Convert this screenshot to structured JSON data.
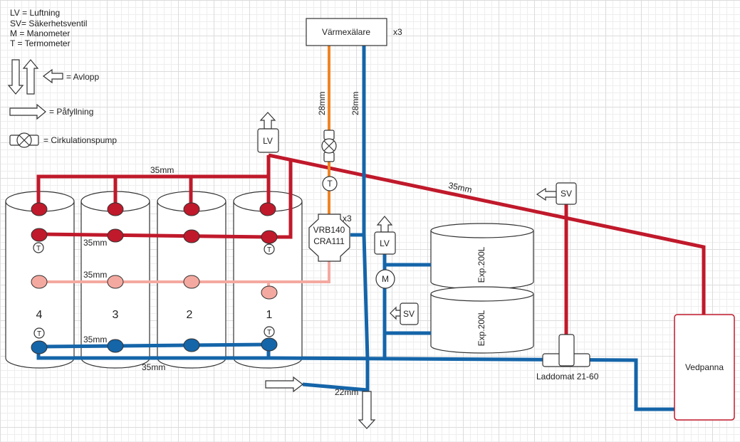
{
  "legend": {
    "line1": "LV = Luftning",
    "line2": "SV= Säkerhetsventil",
    "line3": "M = Manometer",
    "line4": "T = Termometer",
    "avlopp": "= Avlopp",
    "pafyllning": "= Påfyllning",
    "cirkulationspump": "= Cirkulationspump"
  },
  "components": {
    "heat_exchanger": "Värmexälare",
    "heat_exchanger_count": "x3",
    "valve_line1": "VRB140",
    "valve_line2": "CRA111",
    "valve_count": "x3",
    "lv": "LV",
    "sv": "SV",
    "manometer": "M",
    "thermometer": "T",
    "expansion": "Exp.200L",
    "laddomat": "Laddomat  21-60",
    "vedpanna": "Vedpanna"
  },
  "tanks": [
    "4",
    "3",
    "2",
    "1"
  ],
  "pipe_labels": {
    "mm35": "35mm",
    "mm28": "28mm",
    "mm22": "22mm"
  },
  "colors": {
    "hot": "#c0192b",
    "cold": "#1565a9",
    "warm": "#f4a9a0",
    "exchanger": "#ef8423"
  }
}
